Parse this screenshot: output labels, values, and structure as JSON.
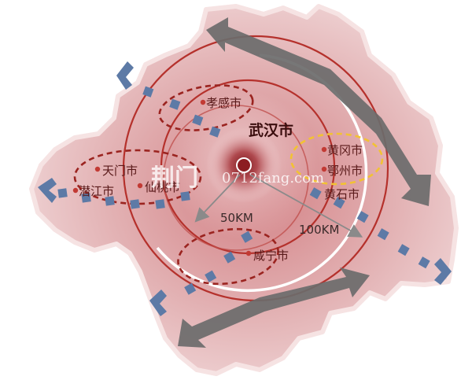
{
  "map": {
    "center_city": "武汉市",
    "cities": {
      "xiaogan": "孝感市",
      "tianmen": "天门市",
      "qianjiang": "潜江市",
      "xiantao": "仙桃市",
      "huanggang": "黄冈市",
      "ezhou": "鄂州市",
      "huangshi": "黄石市",
      "xianning": "咸宁市"
    },
    "ring_labels": {
      "inner": "50KM",
      "outer": "100KM"
    },
    "watermark": {
      "text": "荆门",
      "url": "0712fang.com"
    }
  },
  "colors": {
    "land": "#e4b7b9",
    "land_edge": "#f3dede",
    "ring_red": "#b5312c",
    "ring_white": "#ffffff",
    "cluster_dark": "#9b2420",
    "cluster_yellow": "#f2c233",
    "blue_marker": "#5d7aa6",
    "gray_arrow": "#6b6b6b"
  }
}
